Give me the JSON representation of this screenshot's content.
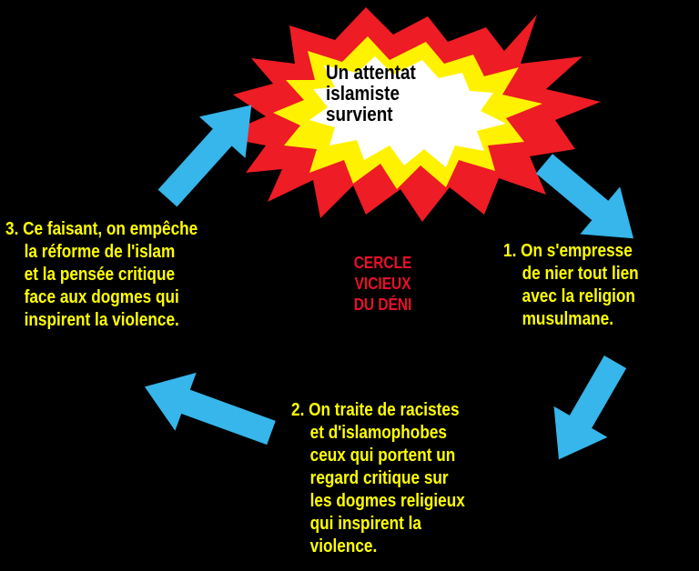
{
  "burst": {
    "lines": [
      "Un attentat",
      "islamiste",
      "survient"
    ]
  },
  "center": {
    "lines": [
      "CERCLE",
      "VICIEUX",
      "DU DÉNI"
    ]
  },
  "steps": [
    {
      "lines": [
        "1. On s'empresse",
        "de nier tout lien",
        "avec la religion",
        "musulmane."
      ]
    },
    {
      "lines": [
        "2. On traite de racistes",
        "et d'islamophobes",
        "ceux qui portent un",
        "regard critique sur",
        "les dogmes religieux",
        "qui inspirent la",
        "violence."
      ]
    },
    {
      "lines": [
        "3. Ce faisant, on empêche",
        "la réforme de l'islam",
        "et la pensée critique",
        "face aux dogmes qui",
        "inspirent la violence."
      ]
    }
  ],
  "colors": {
    "background": "#000000",
    "arrow": "#36b6ea",
    "burst_outer": "#ee1c24",
    "burst_inner": "#fff200",
    "burst_core": "#ffffff",
    "step_text": "#ffff00",
    "center_text": "#e8102a"
  },
  "icons": [
    "explosion-burst-icon",
    "curved-arrow-icon"
  ]
}
